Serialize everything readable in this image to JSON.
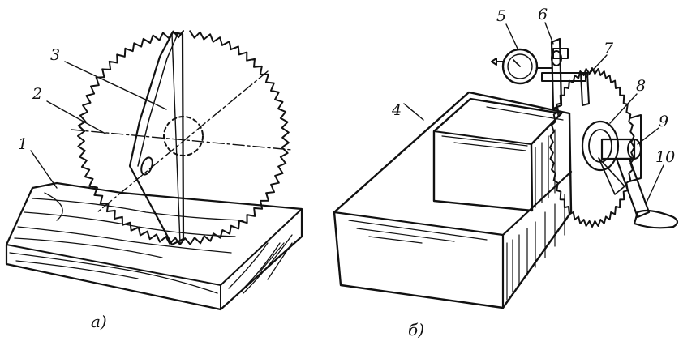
{
  "figure": {
    "panel_a": {
      "caption": "а)",
      "labels": [
        "1",
        "2",
        "3"
      ]
    },
    "panel_b": {
      "caption": "б)",
      "labels": [
        "4",
        "5",
        "6",
        "7",
        "8",
        "9",
        "10"
      ]
    }
  },
  "colors": {
    "ink": "#111111",
    "paper": "#ffffff"
  }
}
